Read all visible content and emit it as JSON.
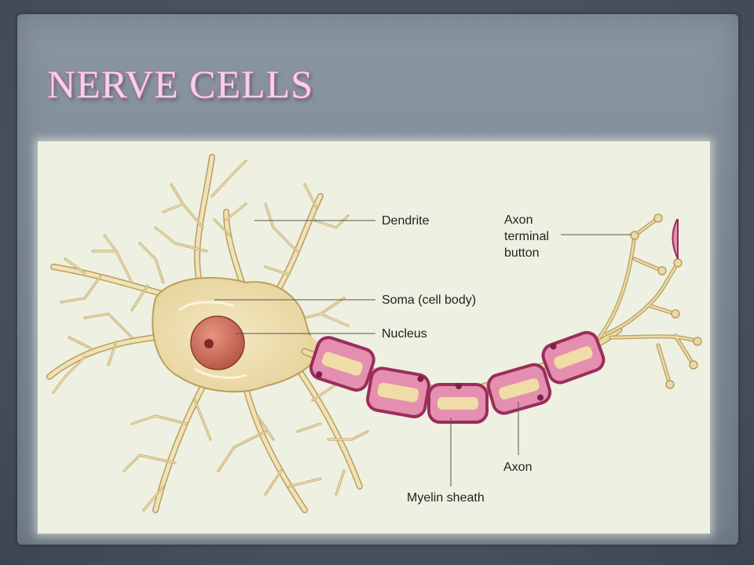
{
  "slide": {
    "title": "NERVE CELLS"
  },
  "diagram": {
    "labels": {
      "dendrite": "Dendrite",
      "axon_terminal_line1": "Axon",
      "axon_terminal_line2": "terminal",
      "axon_terminal_line3": "button",
      "soma": "Soma (cell body)",
      "nucleus": "Nucleus",
      "axon": "Axon",
      "myelin": "Myelin sheath"
    },
    "colors": {
      "cell_body": "#f1e2b6",
      "cell_outline": "#b89f60",
      "nucleus": "#c8685a",
      "myelin_outer": "#9b2d5a",
      "myelin_inner": "#e58fb0",
      "axon_core": "#ecd9a4"
    }
  }
}
